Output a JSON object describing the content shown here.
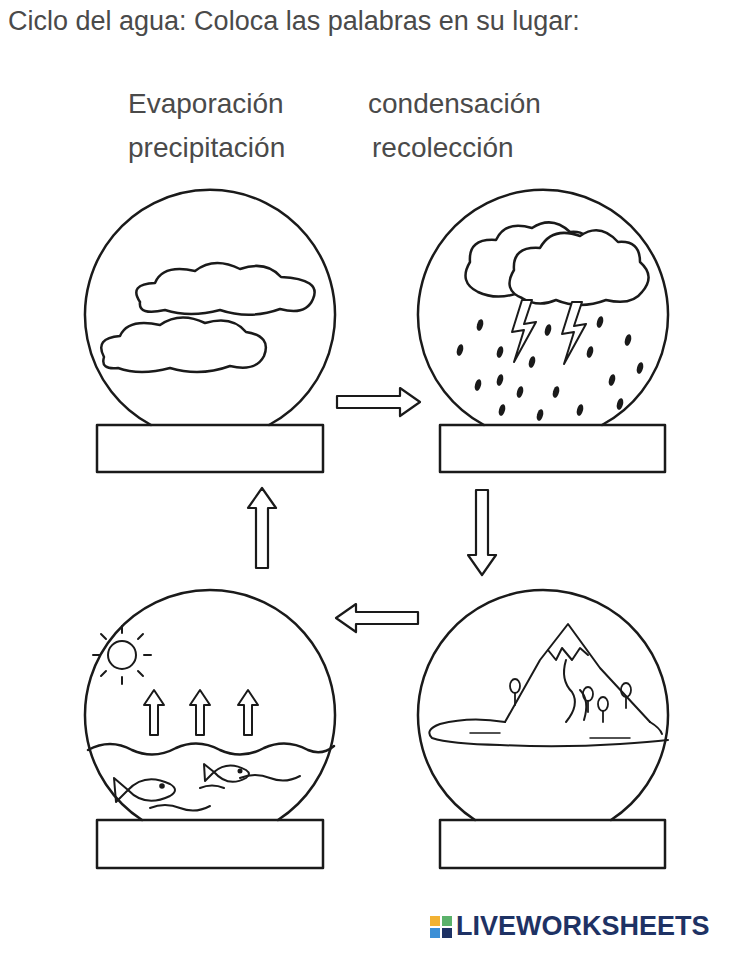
{
  "diagram": {
    "title": "Ciclo del agua: Coloca las palabras en su lugar:",
    "labels": [
      "Evaporación",
      "condensación",
      "precipitación",
      "recolección",
      "LIVEWORKSHEETS"
    ]
  }
}
